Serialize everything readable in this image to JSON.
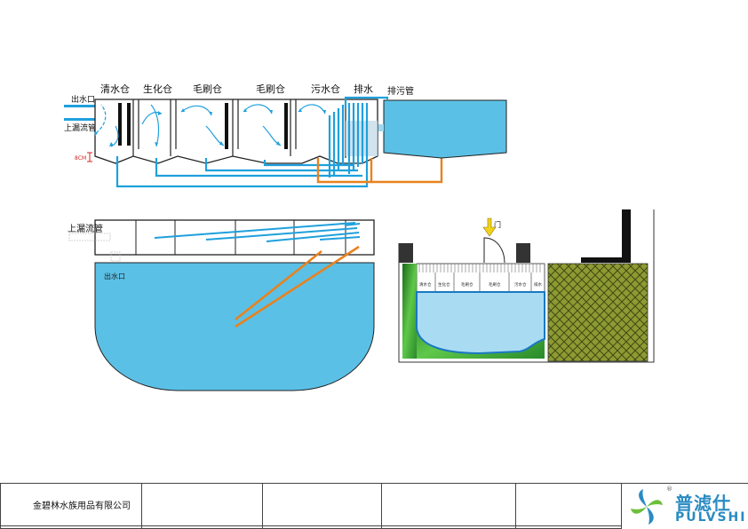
{
  "top_diagram": {
    "chambers": [
      "清水仓",
      "生化仓",
      "毛刷仓",
      "毛刷仓",
      "污水仓",
      "排水"
    ],
    "outlet_label": "出水口",
    "overflow_label": "上漏流管",
    "drain_pipe_label": "排污管",
    "height_label": "8CM"
  },
  "bottom_left": {
    "overflow_label": "上漏流管",
    "outlet_label": "出水口"
  },
  "bottom_right": {
    "door_label": "门",
    "chambers": [
      "清水仓",
      "生化仓",
      "毛刷仓",
      "毛刷仓",
      "污水仓",
      "排水"
    ]
  },
  "title_block": {
    "company": "金碧林水族用品有限公司"
  },
  "logo": {
    "name_cn": "普滤仕",
    "name_en": "PULVSHI",
    "registered_mark": "®"
  },
  "colors": {
    "water": "#5bc0e6",
    "pipe_blue": "#1fa0dc",
    "pipe_orange": "#e8821e",
    "arrow_yellow": "#f2d21a",
    "gravel_green": "#8e9a32"
  }
}
